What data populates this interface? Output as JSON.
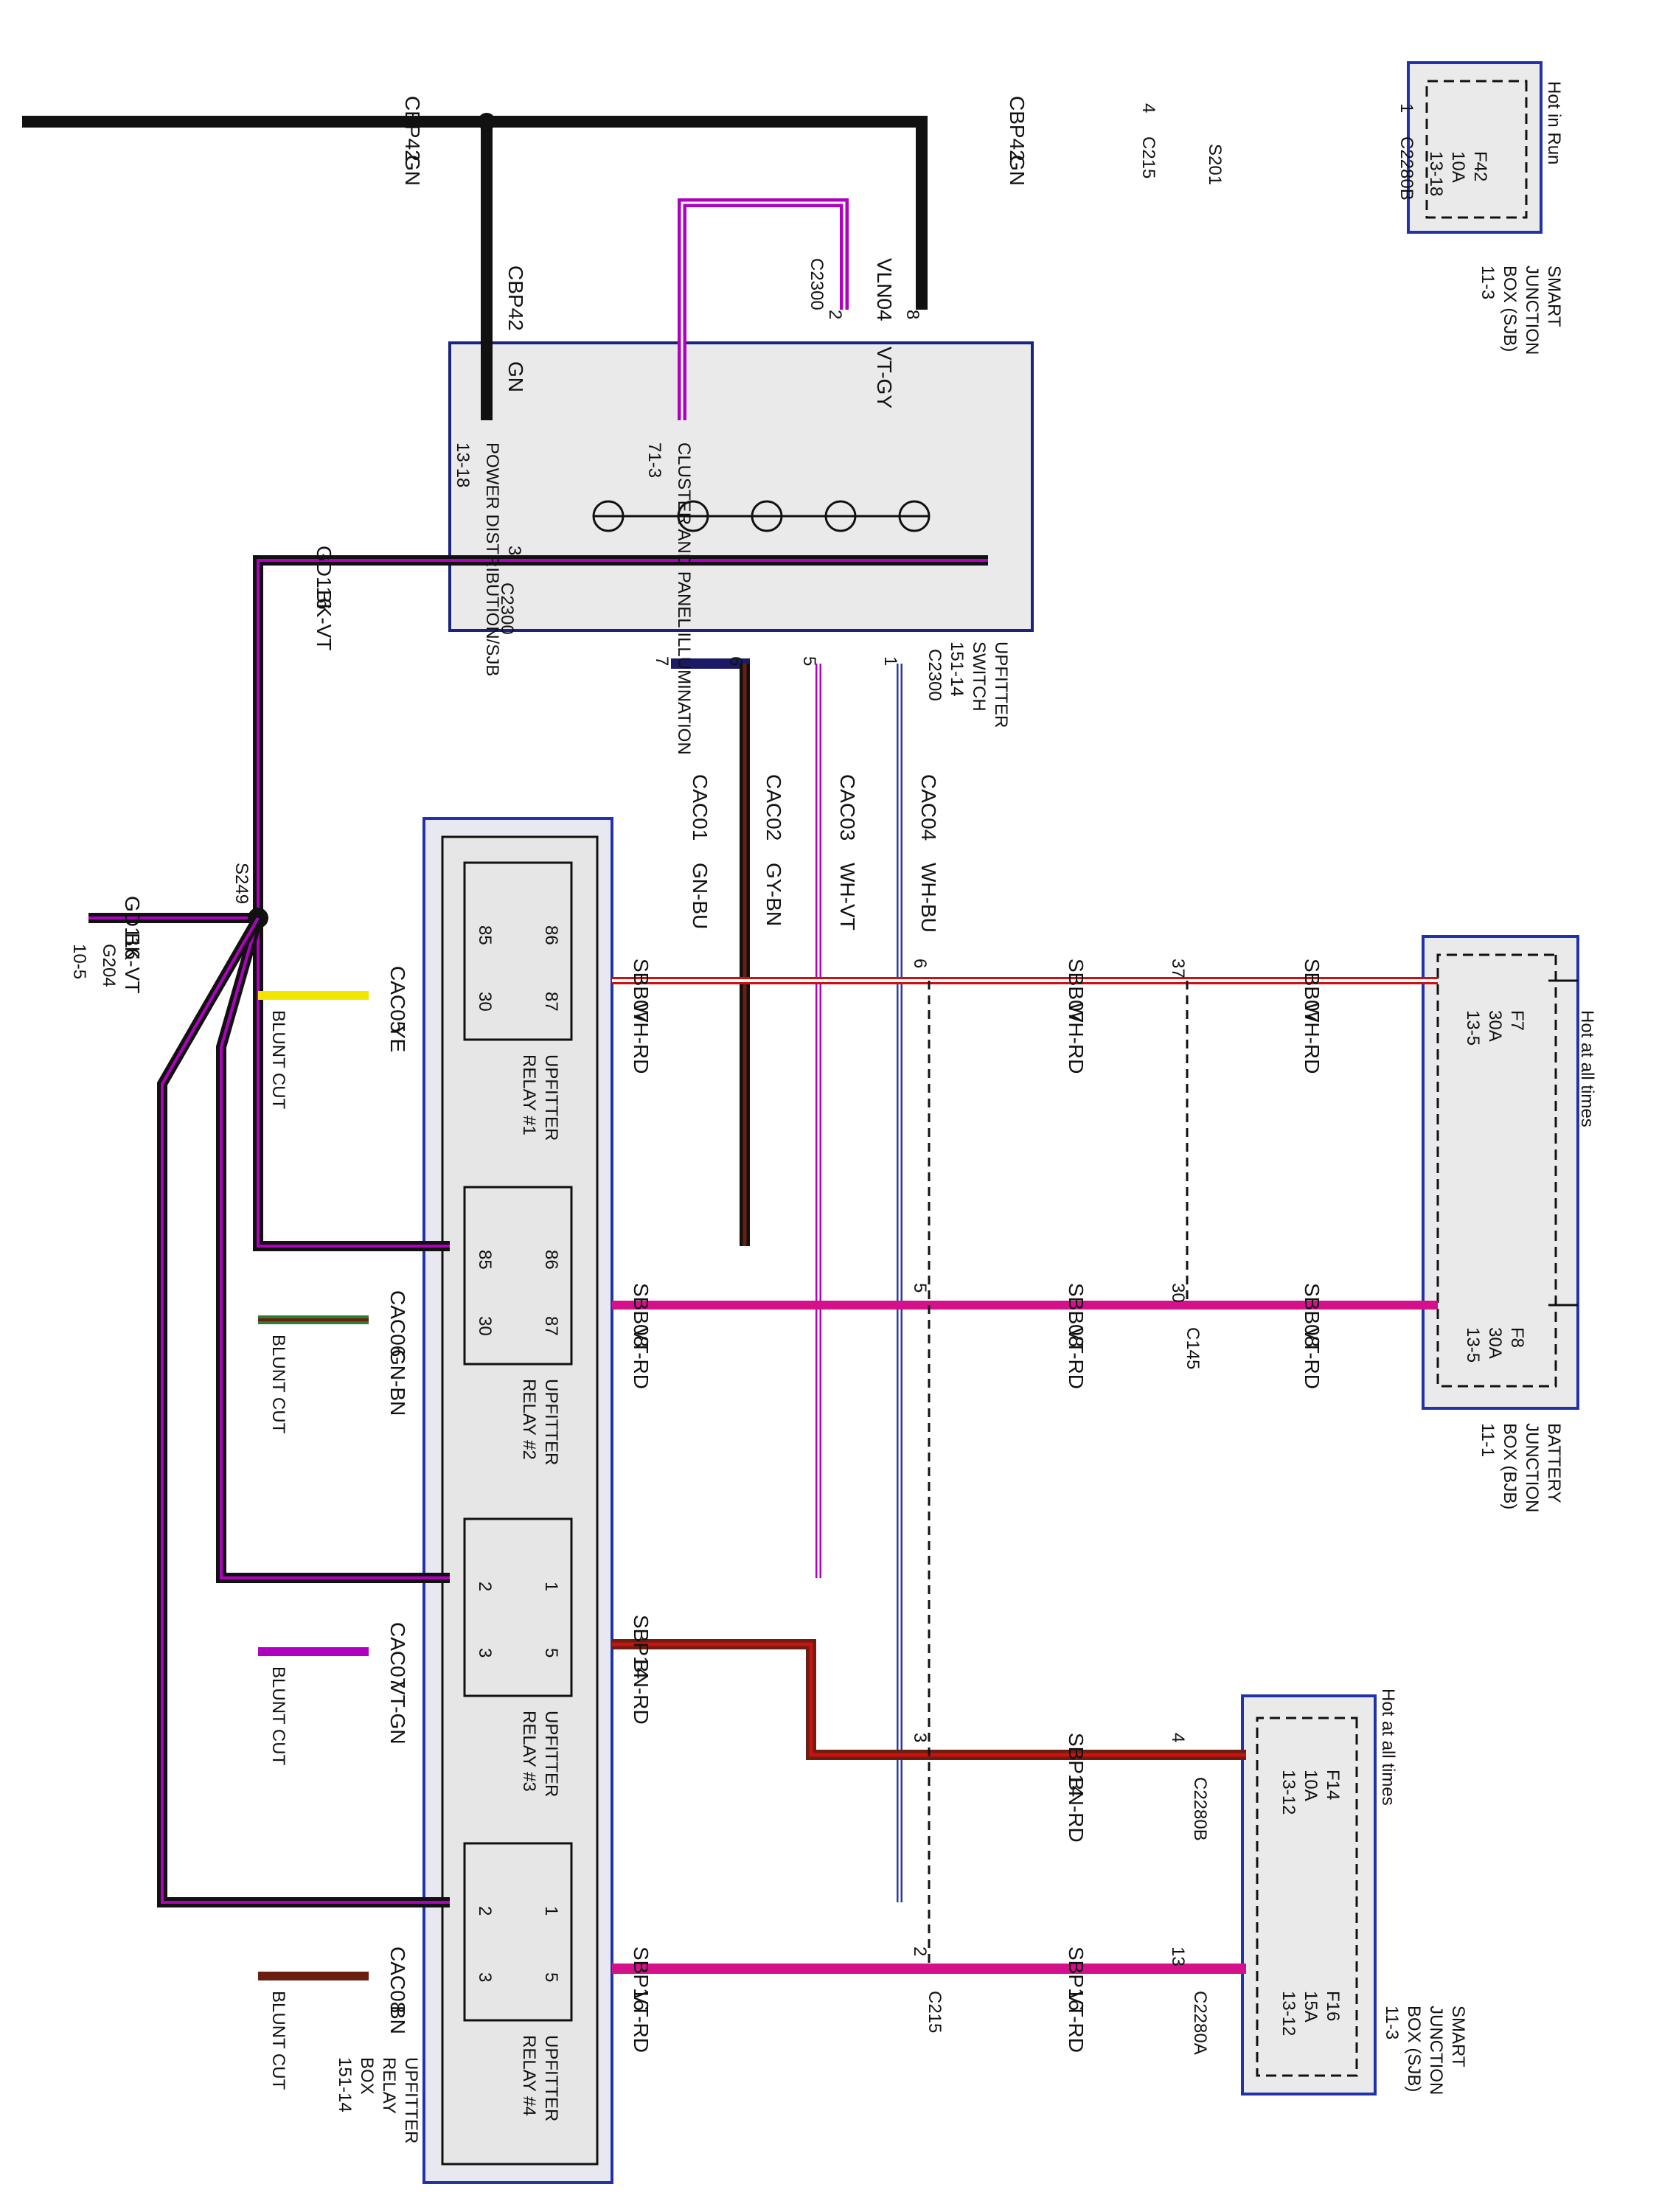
{
  "diagram": {
    "wire_labels": {
      "cbp42_top_left": "CBP42",
      "gn_top_left": "GN",
      "cbp42_top_right": "CBP42",
      "gn_top_right": "GN",
      "cbp42_vert": "CBP42",
      "gn_vert": "GN",
      "vln04": "VLN04",
      "vtgy": "VT-GY",
      "gd116_top": "GD116",
      "bkvt_top": "BK-VT",
      "gd116_left": "GD116",
      "bkvt_left": "BK-VT",
      "gd116_v1": "GD116",
      "bkvt_v1": "BK-VT",
      "gd116_v2": "GD116",
      "bkvt_v2": "BK-VT",
      "cac01": "CAC01",
      "gnbu": "GN-BU",
      "cac02": "CAC02",
      "gybn": "GY-BN",
      "cac03": "CAC03",
      "whvt": "WH-VT",
      "cac04": "CAC04",
      "whbu": "WH-BU",
      "cac05": "CAC05",
      "ye": "YE",
      "cac06": "CAC06",
      "gnbn": "GN-BN",
      "cac07": "CAC07",
      "vtgn": "VT-GN",
      "cac08": "CAC08",
      "bn": "BN",
      "sbb07_a": "SBB07",
      "whrd_a": "WH-RD",
      "sbb07_b": "SBB07",
      "whrd_b": "WH-RD",
      "sbb07_c": "SBB07",
      "whrd_c": "WH-RD",
      "sbb08_a": "SBB08",
      "vtrd_a": "VT-RD",
      "sbb08_b": "SBB08",
      "vtrd_b": "VT-RD",
      "sbb08_c": "SBB08",
      "vtrd_c": "VT-RD",
      "sbp14_a": "SBP14",
      "bnrd_a": "BN-RD",
      "sbp14_b": "SBP14",
      "bnrd_b": "BN-RD",
      "sbp16_a": "SBP16",
      "vtrd_d": "VT-RD",
      "sbp16_b": "SBP16",
      "vtrd_e": "VT-RD"
    },
    "connectors": {
      "c215_top": "C215",
      "s201": "S201",
      "c2280b_top": "C2280B",
      "c2300_top": "C2300",
      "c2300_left": "C2300",
      "c2300_bottom": "C2300",
      "s249": "S249",
      "g204": "G204",
      "g204_ref": "10-5",
      "c145": "C145",
      "c2280b_bot": "C2280B",
      "c215_bot": "C215",
      "c2280a": "C2280A"
    },
    "pins": {
      "p4_c215": "4",
      "p1_c2280b": "1",
      "p8": "8",
      "p2": "2",
      "p3": "3",
      "p7": "7",
      "p6": "6",
      "p5": "5",
      "p1": "1",
      "p6_sbb07": "6",
      "p37": "37",
      "p5_sbb08": "5",
      "p30": "30",
      "p3_sbp14": "3",
      "p4_sbp14": "4",
      "p2_sbp16": "2",
      "p13": "13"
    },
    "relay_pins": {
      "r1_86": "86",
      "r1_85": "85",
      "r1_87": "87",
      "r1_30": "30",
      "r2_86": "86",
      "r2_85": "85",
      "r2_87": "87",
      "r2_30": "30",
      "r3_1": "1",
      "r3_2": "2",
      "r3_5": "5",
      "r3_3": "3",
      "r4_1": "1",
      "r4_2": "2",
      "r4_5": "5",
      "r4_3": "3"
    },
    "components": {
      "hot_in_run": "Hot in Run",
      "f42": "F42",
      "f42_amp": "10A",
      "f42_ref": "13-18",
      "sjb_top_1": "SMART",
      "sjb_top_2": "JUNCTION",
      "sjb_top_3": "BOX (SJB)",
      "sjb_top_4": "11-3",
      "power_dist_1": "POWER DISTRIBUTION/SJB",
      "power_dist_2": "13-18",
      "cluster_1": "CLUSTER AND PANEL ILLUMINATION",
      "cluster_2": "71-3",
      "upfitter_switch_1": "UPFITTER",
      "upfitter_switch_2": "SWITCH",
      "upfitter_switch_3": "151-14",
      "relay1_1": "UPFITTER",
      "relay1_2": "RELAY #1",
      "relay2_1": "UPFITTER",
      "relay2_2": "RELAY #2",
      "relay3_1": "UPFITTER",
      "relay3_2": "RELAY #3",
      "relay4_1": "UPFITTER",
      "relay4_2": "RELAY #4",
      "relay_box_1": "UPFITTER",
      "relay_box_2": "RELAY",
      "relay_box_3": "BOX",
      "relay_box_4": "151-14",
      "blunt1": "BLUNT CUT",
      "blunt2": "BLUNT CUT",
      "blunt3": "BLUNT CUT",
      "blunt4": "BLUNT CUT",
      "hot_all_times_bjb": "Hot at all times",
      "f7": "F7",
      "f7_amp": "30A",
      "f7_ref": "13-5",
      "f8": "F8",
      "f8_amp": "30A",
      "f8_ref": "13-5",
      "bjb_1": "BATTERY",
      "bjb_2": "JUNCTION",
      "bjb_3": "BOX (BJB)",
      "bjb_4": "11-1",
      "hot_all_times_sjb": "Hot at all times",
      "f14": "F14",
      "f14_amp": "10A",
      "f14_ref": "13-12",
      "f16": "F16",
      "f16_amp": "15A",
      "f16_ref": "13-12",
      "sjb_bot_1": "SMART",
      "sjb_bot_2": "JUNCTION",
      "sjb_bot_3": "BOX (SJB)",
      "sjb_bot_4": "11-3"
    },
    "colors": {
      "black": "#111111",
      "green": "#2e7d32",
      "violet": "#b000c0",
      "red": "#cc1111",
      "yellow": "#f2e600",
      "brown": "#6b1f10",
      "blue": "#2a3b9c",
      "white": "#ffffff",
      "box_fill": "#eaeaea",
      "box_border": "#2233aa"
    }
  }
}
